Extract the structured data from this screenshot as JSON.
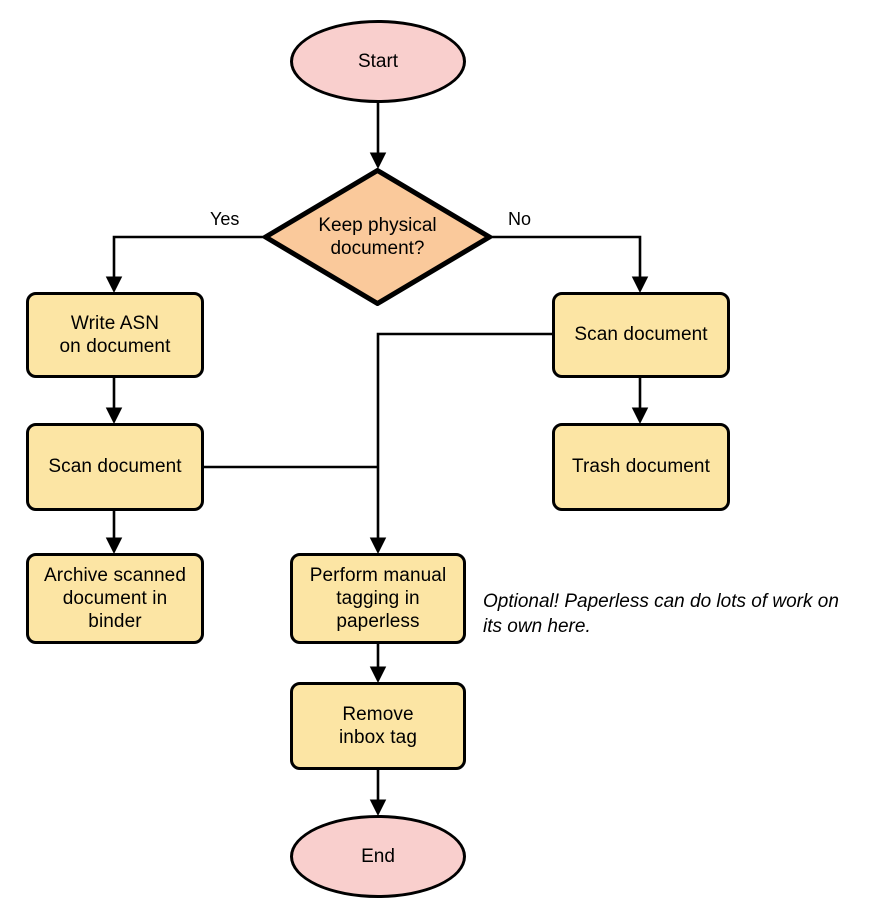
{
  "diagram": {
    "title": "Paperless document workflow flowchart",
    "type": "flowchart",
    "background": "#ffffff",
    "palette": {
      "terminator_fill": "#f9cfcd",
      "process_fill": "#fce5a4",
      "decision_fill": "#fac99b",
      "stroke": "#000000"
    }
  },
  "nodes": {
    "start": {
      "label": "Start",
      "shape": "ellipse"
    },
    "decision": {
      "label": "Keep physical\ndocument?",
      "shape": "diamond"
    },
    "write_asn": {
      "label": "Write ASN\non document",
      "shape": "process"
    },
    "scan_left": {
      "label": "Scan document",
      "shape": "process"
    },
    "archive": {
      "label": "Archive scanned\ndocument in\nbinder",
      "shape": "process"
    },
    "scan_right": {
      "label": "Scan document",
      "shape": "process"
    },
    "trash": {
      "label": "Trash document",
      "shape": "process"
    },
    "manual_tagging": {
      "label": "Perform manual\ntagging in\npaperless",
      "shape": "process"
    },
    "remove_inbox": {
      "label": "Remove\ninbox tag",
      "shape": "process"
    },
    "end": {
      "label": "End",
      "shape": "ellipse"
    }
  },
  "edge_labels": {
    "yes": "Yes",
    "no": "No"
  },
  "annotations": {
    "optional_note": "Optional! Paperless can do lots of work on\nits own here."
  }
}
